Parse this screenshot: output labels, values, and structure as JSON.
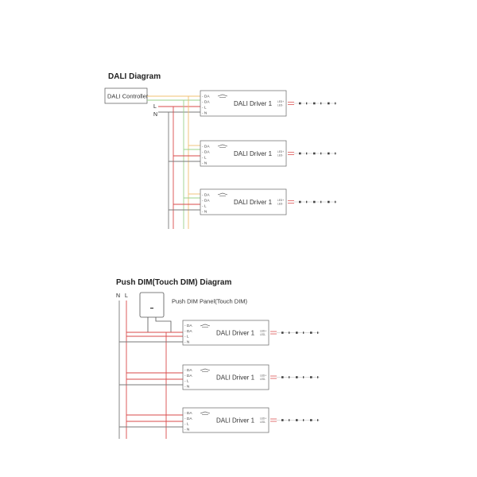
{
  "dali": {
    "title": "DALI Diagram",
    "controller_label": "DALI Controller",
    "l_label": "L",
    "n_label": "N",
    "drivers": [
      {
        "label": "DALI Driver 1"
      },
      {
        "label": "DALI Driver 1"
      },
      {
        "label": "DALI Driver 1"
      }
    ]
  },
  "push": {
    "title": "Push DIM(Touch DIM) Diagram",
    "n_label": "N",
    "l_label": "L",
    "panel_label": "Push DIM Panel(Touch DIM)",
    "drivers": [
      {
        "label": "DALI Driver 1"
      },
      {
        "label": "DALI Driver 1"
      },
      {
        "label": "DALI Driver 1"
      }
    ]
  },
  "pins": [
    "DA",
    "DA",
    "L",
    "N"
  ],
  "outputs": [
    "LED+",
    "LED-"
  ],
  "colors": {
    "da1": "#f0c070",
    "da2": "#9bd08a",
    "live": "#d94a4a",
    "neutral": "#7a7a7a",
    "line": "#555555"
  }
}
